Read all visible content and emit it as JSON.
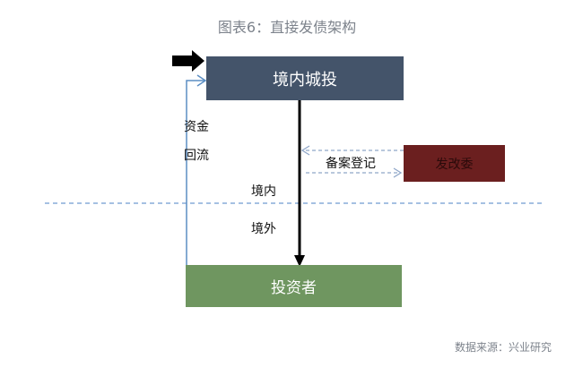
{
  "title": "图表6：直接发债架构",
  "nodes": {
    "issuer": "境内城投",
    "ndrc": "发改委",
    "investor": "投资者"
  },
  "labels": {
    "fund_return_1": "资金",
    "fund_return_2": "回流",
    "registration": "备案登记",
    "onshore": "境内",
    "offshore": "境外"
  },
  "source": "数据来源：兴业研究",
  "colors": {
    "issuer": "#44546a",
    "ndrc": "#6b1f1f",
    "investor": "#6f9660",
    "flow": "#5b8ec4",
    "dashed": "#8fa6c8"
  }
}
